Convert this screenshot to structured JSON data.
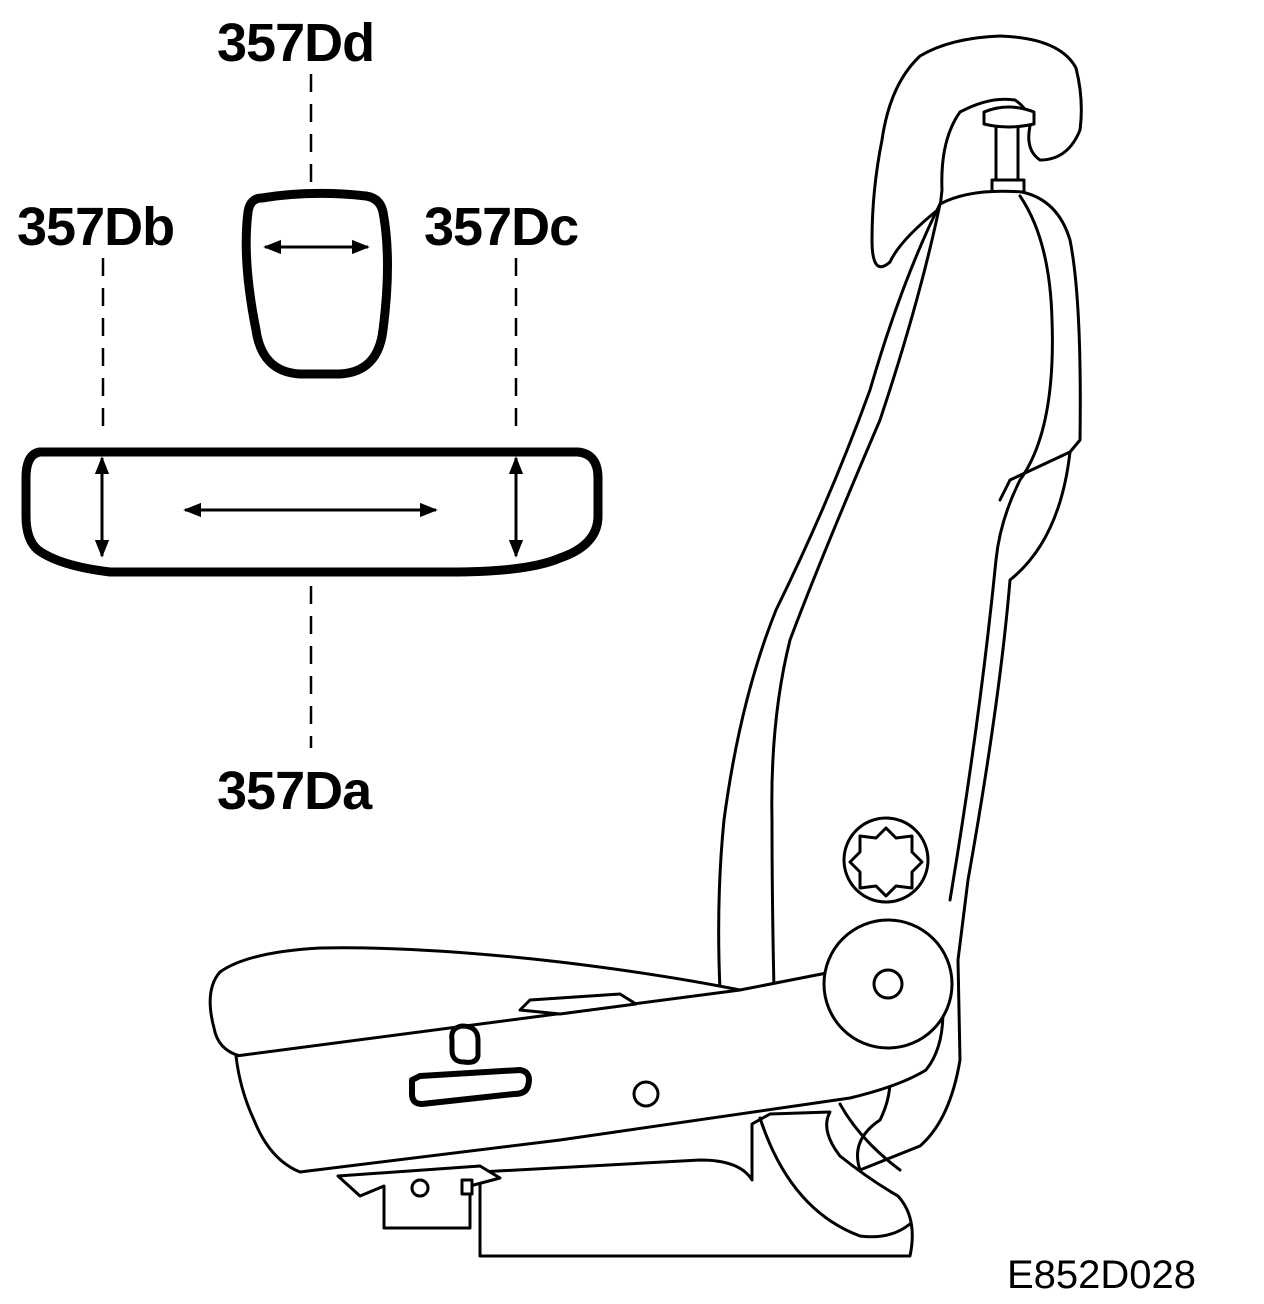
{
  "figure": {
    "labels": {
      "a": "357Da",
      "b": "357Db",
      "c": "357Dc",
      "d": "357Dd"
    },
    "code": "E852D028"
  },
  "colors": {
    "ink": "#000000",
    "paper": "#ffffff"
  }
}
